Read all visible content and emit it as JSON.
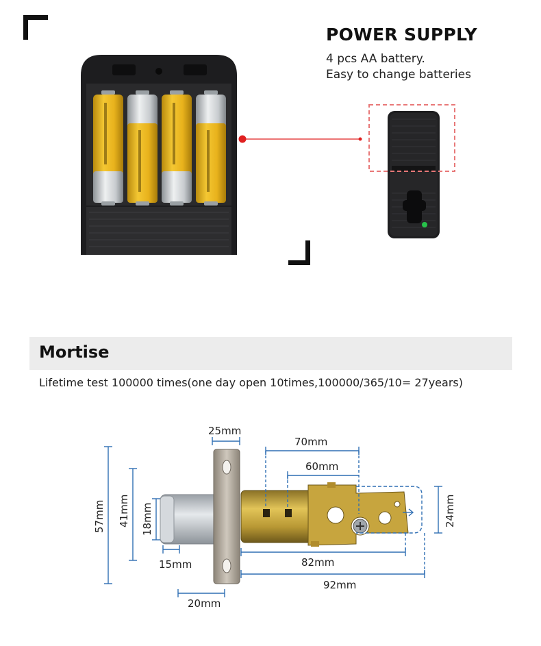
{
  "power_supply": {
    "title": "POWER SUPPLY",
    "line1": "4 pcs AA battery.",
    "line2": "Easy to change batteries"
  },
  "mortise": {
    "title": "Mortise",
    "description": "Lifetime test 100000 times(one day open 10times,100000/365/10= 27years)"
  },
  "dimensions": {
    "d25": "25mm",
    "d70": "70mm",
    "d60": "60mm",
    "d57": "57mm",
    "d41": "41mm",
    "d18": "18mm",
    "d24": "24mm",
    "d15": "15mm",
    "d82": "82mm",
    "d92": "92mm",
    "d20": "20mm"
  },
  "colors": {
    "dimension_line": "#2f6fb4",
    "callout": "#e02020",
    "highlight_box": "#e87878",
    "battery_gold": "#e8b21c",
    "battery_silver": "#cfd3d6"
  }
}
